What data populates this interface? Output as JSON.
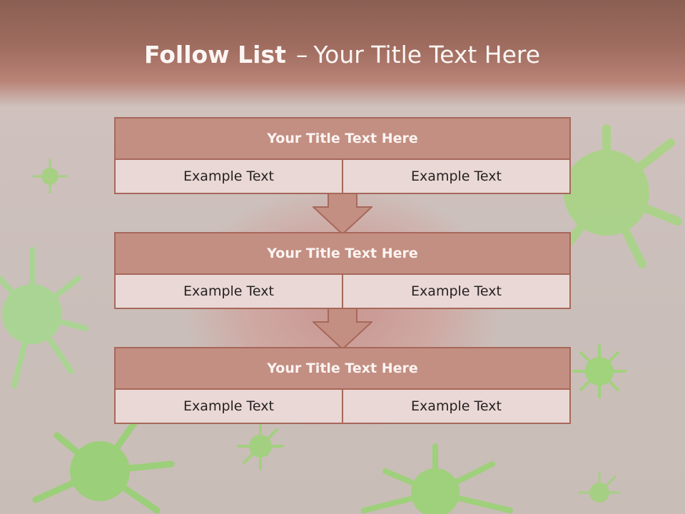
{
  "slide": {
    "title_bold": "Follow List",
    "title_dash": "–",
    "title_rest": "Your Title Text Here"
  },
  "boxes": [
    {
      "title": "Your Title Text Here",
      "left_text": "Example Text",
      "right_text": "Example Text"
    },
    {
      "title": "Your Title Text Here",
      "left_text": "Example Text",
      "right_text": "Example Text"
    },
    {
      "title": "Your Title Text Here",
      "left_text": "Example Text",
      "right_text": "Example Text"
    }
  ],
  "colors": {
    "header": "#a06d60",
    "box_title_fill": "#c38f82",
    "box_body_fill": "#e9d8d5",
    "border": "#a7685b",
    "virus": "#8fd870"
  },
  "icons": [
    "down-arrow-icon",
    "virus-illustration"
  ]
}
